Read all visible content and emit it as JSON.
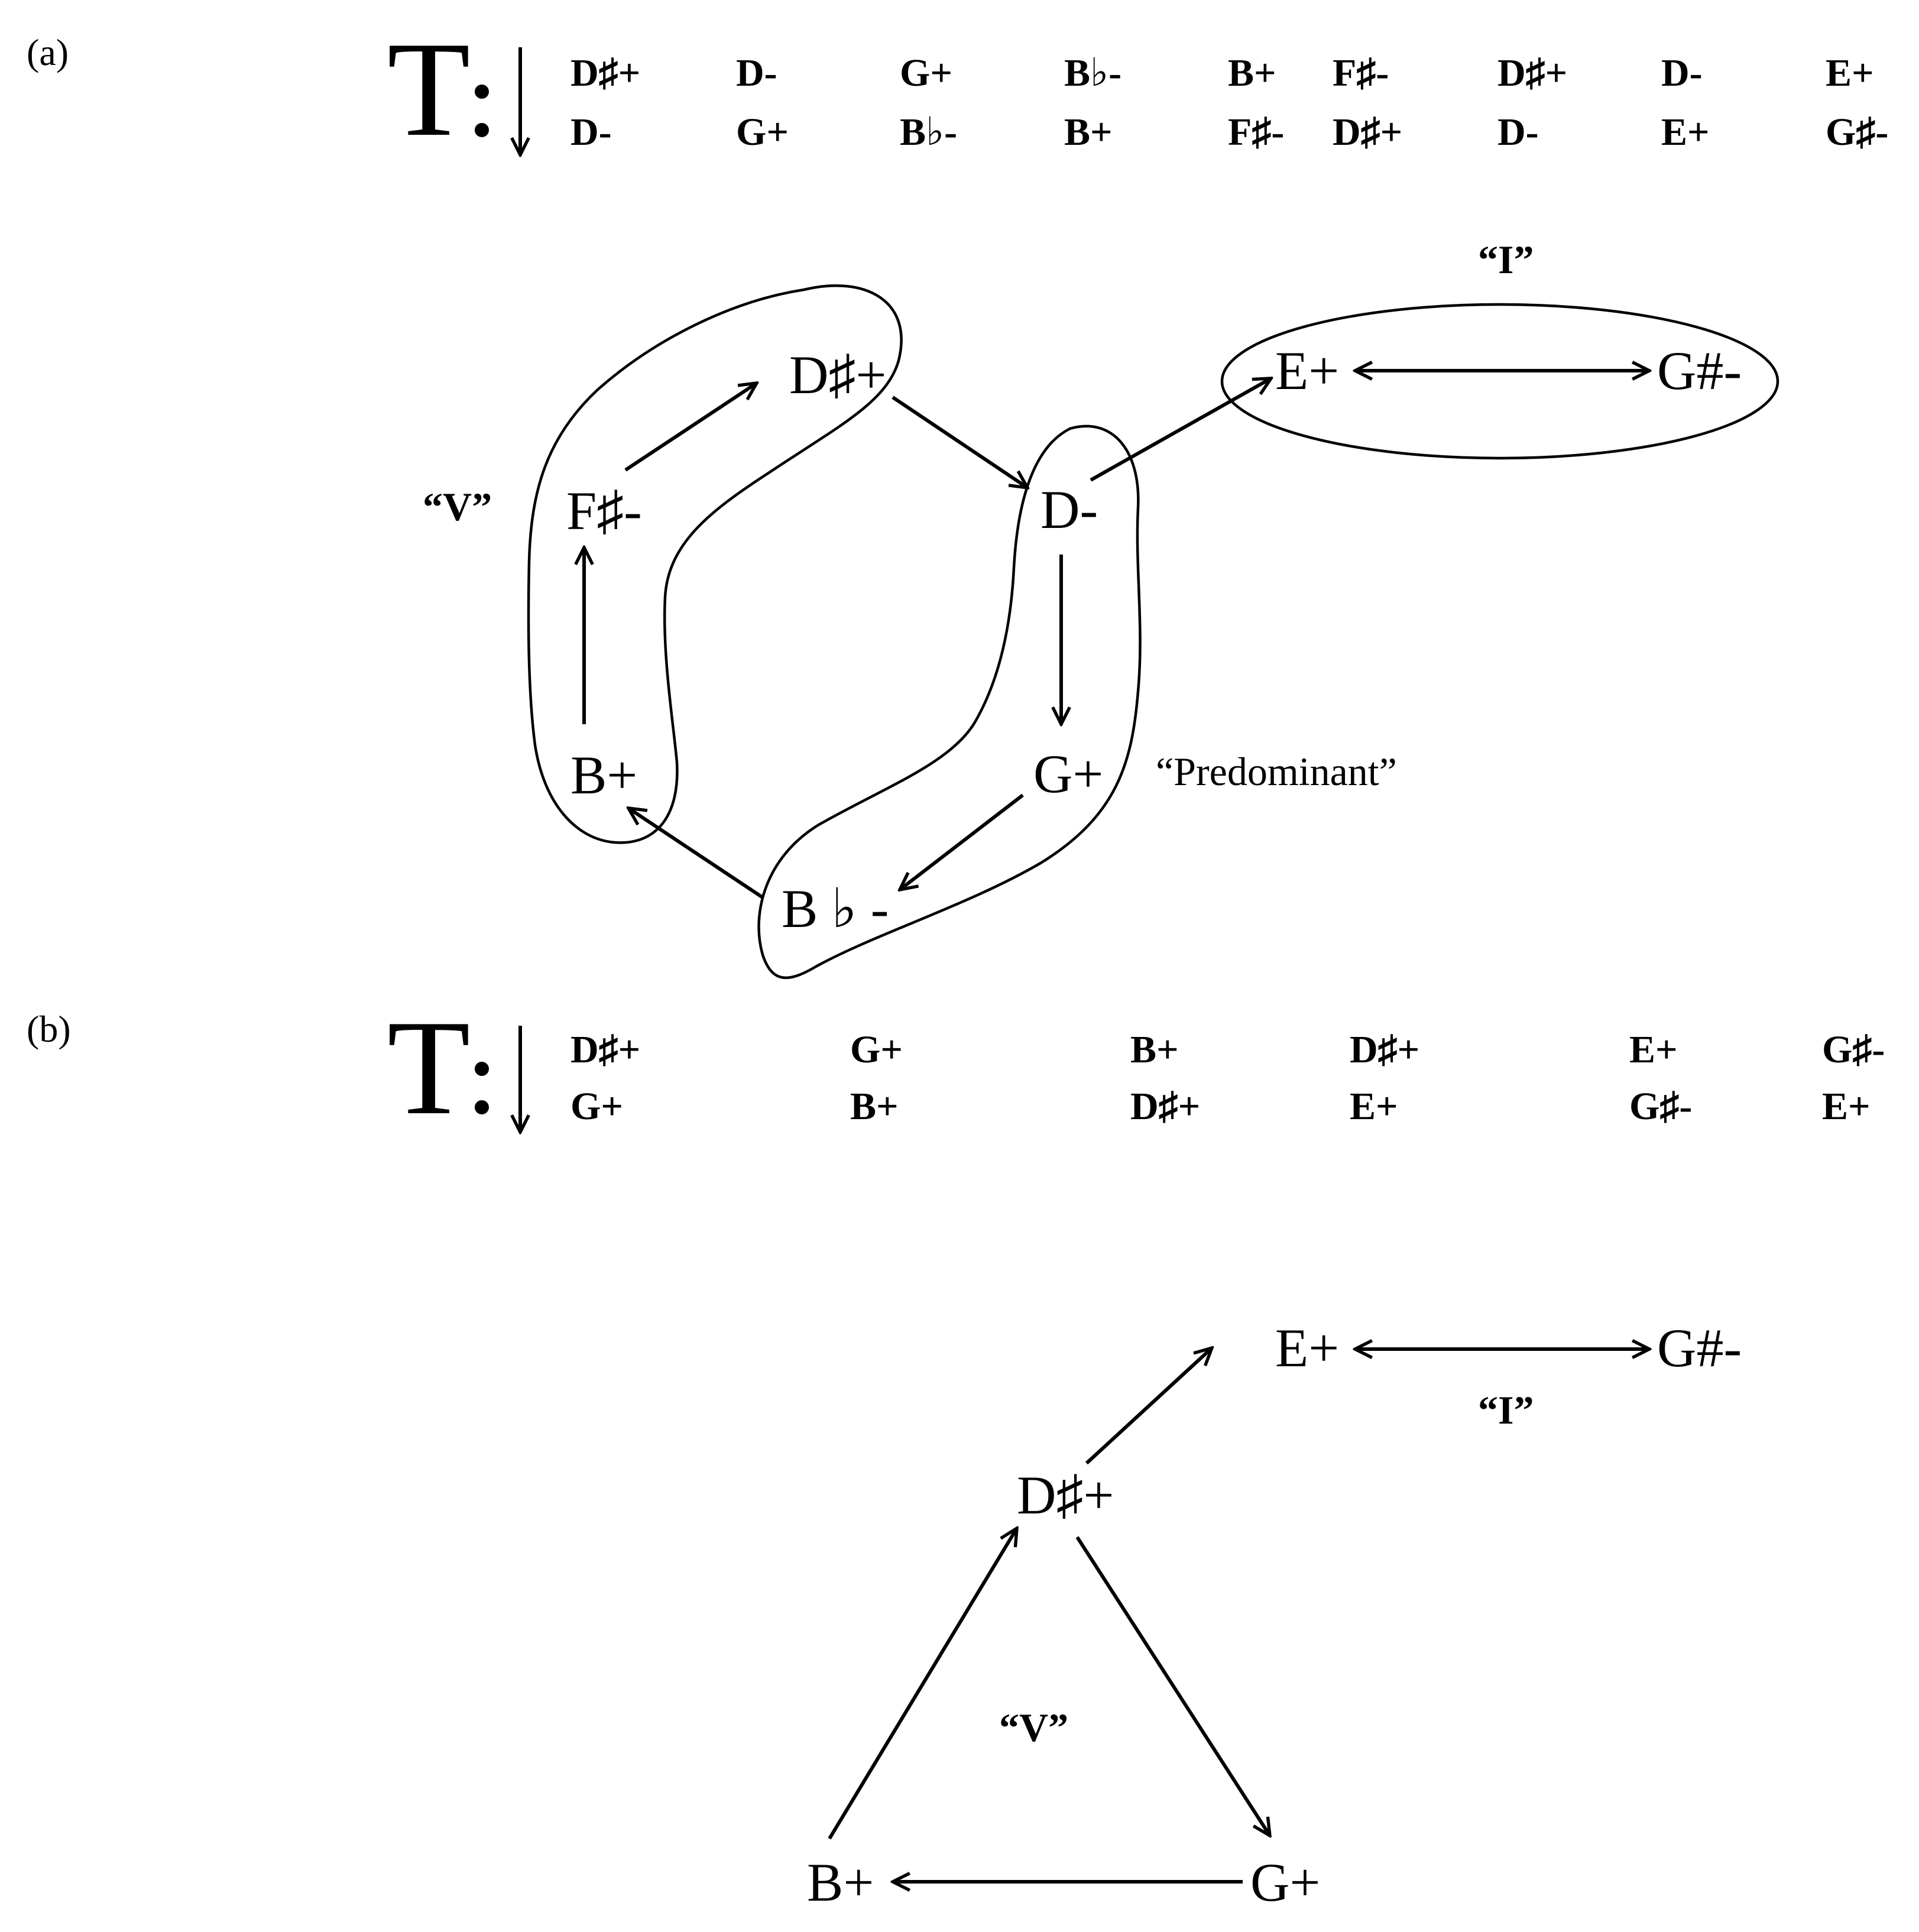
{
  "panel_a": {
    "label": "(a)",
    "transition_symbol": "T",
    "sequence_from": [
      "D♯+",
      "D-",
      "G+",
      "B♭-",
      "B+",
      "F♯-",
      "D♯+",
      "D-",
      "E+"
    ],
    "sequence_to": [
      "D-",
      "G+",
      "B♭-",
      "B+",
      "F♯-",
      "D♯+",
      "D-",
      "E+",
      "G♯-"
    ],
    "nodes": {
      "dsharp_plus": "D♯+",
      "fsharp_minus": "F♯-",
      "b_plus": "B+",
      "bflat_minus": "B ♭ -",
      "g_plus": "G+",
      "d_minus": "D-",
      "e_plus": "E+",
      "gsharp_minus": "G#-"
    },
    "group_labels": {
      "dominant": "“V”",
      "tonic": "“I”",
      "predominant": "“Predominant”"
    },
    "edges": [
      [
        "b_plus",
        "fsharp_minus"
      ],
      [
        "fsharp_minus",
        "dsharp_plus"
      ],
      [
        "dsharp_plus",
        "d_minus"
      ],
      [
        "d_minus",
        "g_plus"
      ],
      [
        "g_plus",
        "bflat_minus"
      ],
      [
        "bflat_minus",
        "b_plus"
      ],
      [
        "d_minus",
        "e_plus"
      ],
      [
        "e_plus",
        "gsharp_minus",
        "bidirectional"
      ]
    ]
  },
  "panel_b": {
    "label": "(b)",
    "transition_symbol": "T",
    "sequence_from": [
      "D♯+",
      "G+",
      "B+",
      "D♯+",
      "E+",
      "G♯-"
    ],
    "sequence_to": [
      "G+",
      "B+",
      "D♯+",
      "E+",
      "G♯-",
      "E+"
    ],
    "nodes": {
      "e_plus": "E+",
      "gsharp_minus": "G#-",
      "dsharp_plus": "D♯+",
      "b_plus": "B+",
      "g_plus": "G+"
    },
    "group_labels": {
      "tonic": "“I”",
      "dominant": "“V”"
    },
    "edges": [
      [
        "dsharp_plus",
        "g_plus"
      ],
      [
        "g_plus",
        "b_plus"
      ],
      [
        "b_plus",
        "dsharp_plus"
      ],
      [
        "dsharp_plus",
        "e_plus"
      ],
      [
        "e_plus",
        "gsharp_minus",
        "bidirectional"
      ]
    ]
  }
}
